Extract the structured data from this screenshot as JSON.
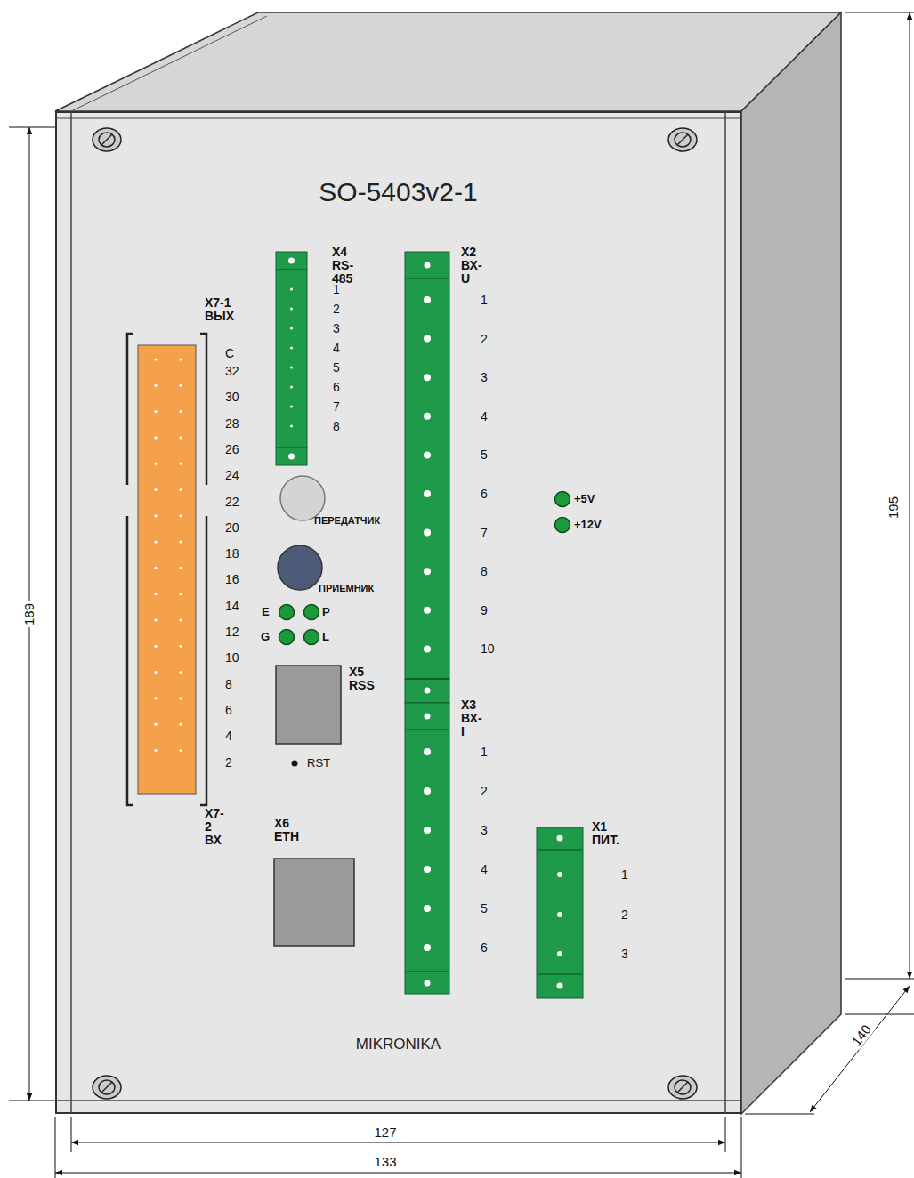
{
  "diagram": {
    "nodes": [
      {
        "text": [
          "SO-5403v2-1",
          "MIKRONIKA"
        ]
      },
      {
        "text": [
          "X7-1 ВЫХ",
          "X7-2 ВХ"
        ],
        "in": 0
      },
      {
        "text": [
          "X4 RS-485"
        ],
        "in": 0
      },
      {
        "text": [
          "ПЕРЕДАТЧИК"
        ],
        "in": 0
      },
      {
        "text": [
          "ПРИЕМНИК"
        ],
        "in": 0
      },
      {
        "text": [
          "X5 RSS"
        ],
        "in": 0
      },
      {
        "text": [
          "X6 ETH"
        ],
        "in": 0
      },
      {
        "text": [
          "X2 ВХ-U"
        ],
        "in": 0
      },
      {
        "text": [
          "X3 ВХ-I"
        ],
        "in": 0
      },
      {
        "text": [
          "X1 ПИТ."
        ],
        "in": 0
      }
    ],
    "labels": [
      "C",
      "32",
      "30",
      "28",
      "26",
      "24",
      "22",
      "20",
      "18",
      "16",
      "14",
      "12",
      "10",
      "8",
      "6",
      "4",
      "2",
      "1",
      "2",
      "3",
      "4",
      "5",
      "6",
      "7",
      "8",
      "E",
      "P",
      "G",
      "L",
      "RST",
      "1",
      "2",
      "3",
      "4",
      "5",
      "6",
      "7",
      "8",
      "9",
      "10",
      "1",
      "2",
      "3",
      "4",
      "5",
      "6",
      "+5V",
      "+12V",
      "1",
      "2",
      "3",
      "189",
      "195",
      "127",
      "133",
      "140"
    ]
  }
}
